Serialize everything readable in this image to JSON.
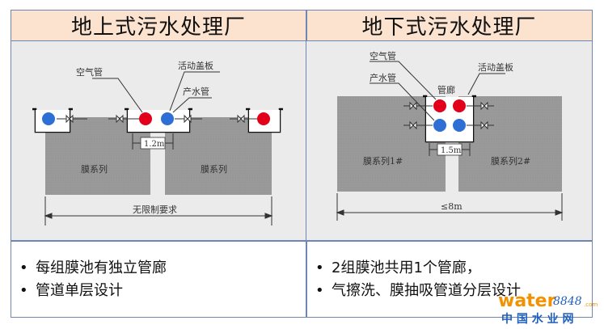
{
  "left": {
    "title": "地上式污水处理厂",
    "labels": {
      "air_pipe": "空气管",
      "cover": "活动盖板",
      "product_pipe": "产水管",
      "module_a": "膜系列",
      "module_b": "膜系列",
      "gap": "1.2m",
      "width": "无限制要求"
    },
    "bullets": [
      "每组膜池有独立管廊",
      "管道单层设计"
    ]
  },
  "right": {
    "title": "地下式污水处理厂",
    "labels": {
      "air_pipe": "空气管",
      "product_pipe": "产水管",
      "gallery": "管廊",
      "cover": "活动盖板",
      "module_a": "膜系列1#",
      "module_b": "膜系列2#",
      "gap": "1.5m",
      "width": "≤8m"
    },
    "bullets": [
      "2组膜池共用1个管廊，",
      "气擦洗、膜抽吸管道分层设计"
    ]
  },
  "watermark": {
    "brand": "water",
    "number": "8848",
    "suffix": ".com",
    "cn": "中 国 水 业 网"
  },
  "colors": {
    "header_bg": "#fbe3cf",
    "border": "#6f86b5",
    "air_pipe": "#e3001b",
    "product_pipe": "#2e6fd6",
    "tank": "#9a9a9a",
    "panel": "#ebebeb"
  }
}
